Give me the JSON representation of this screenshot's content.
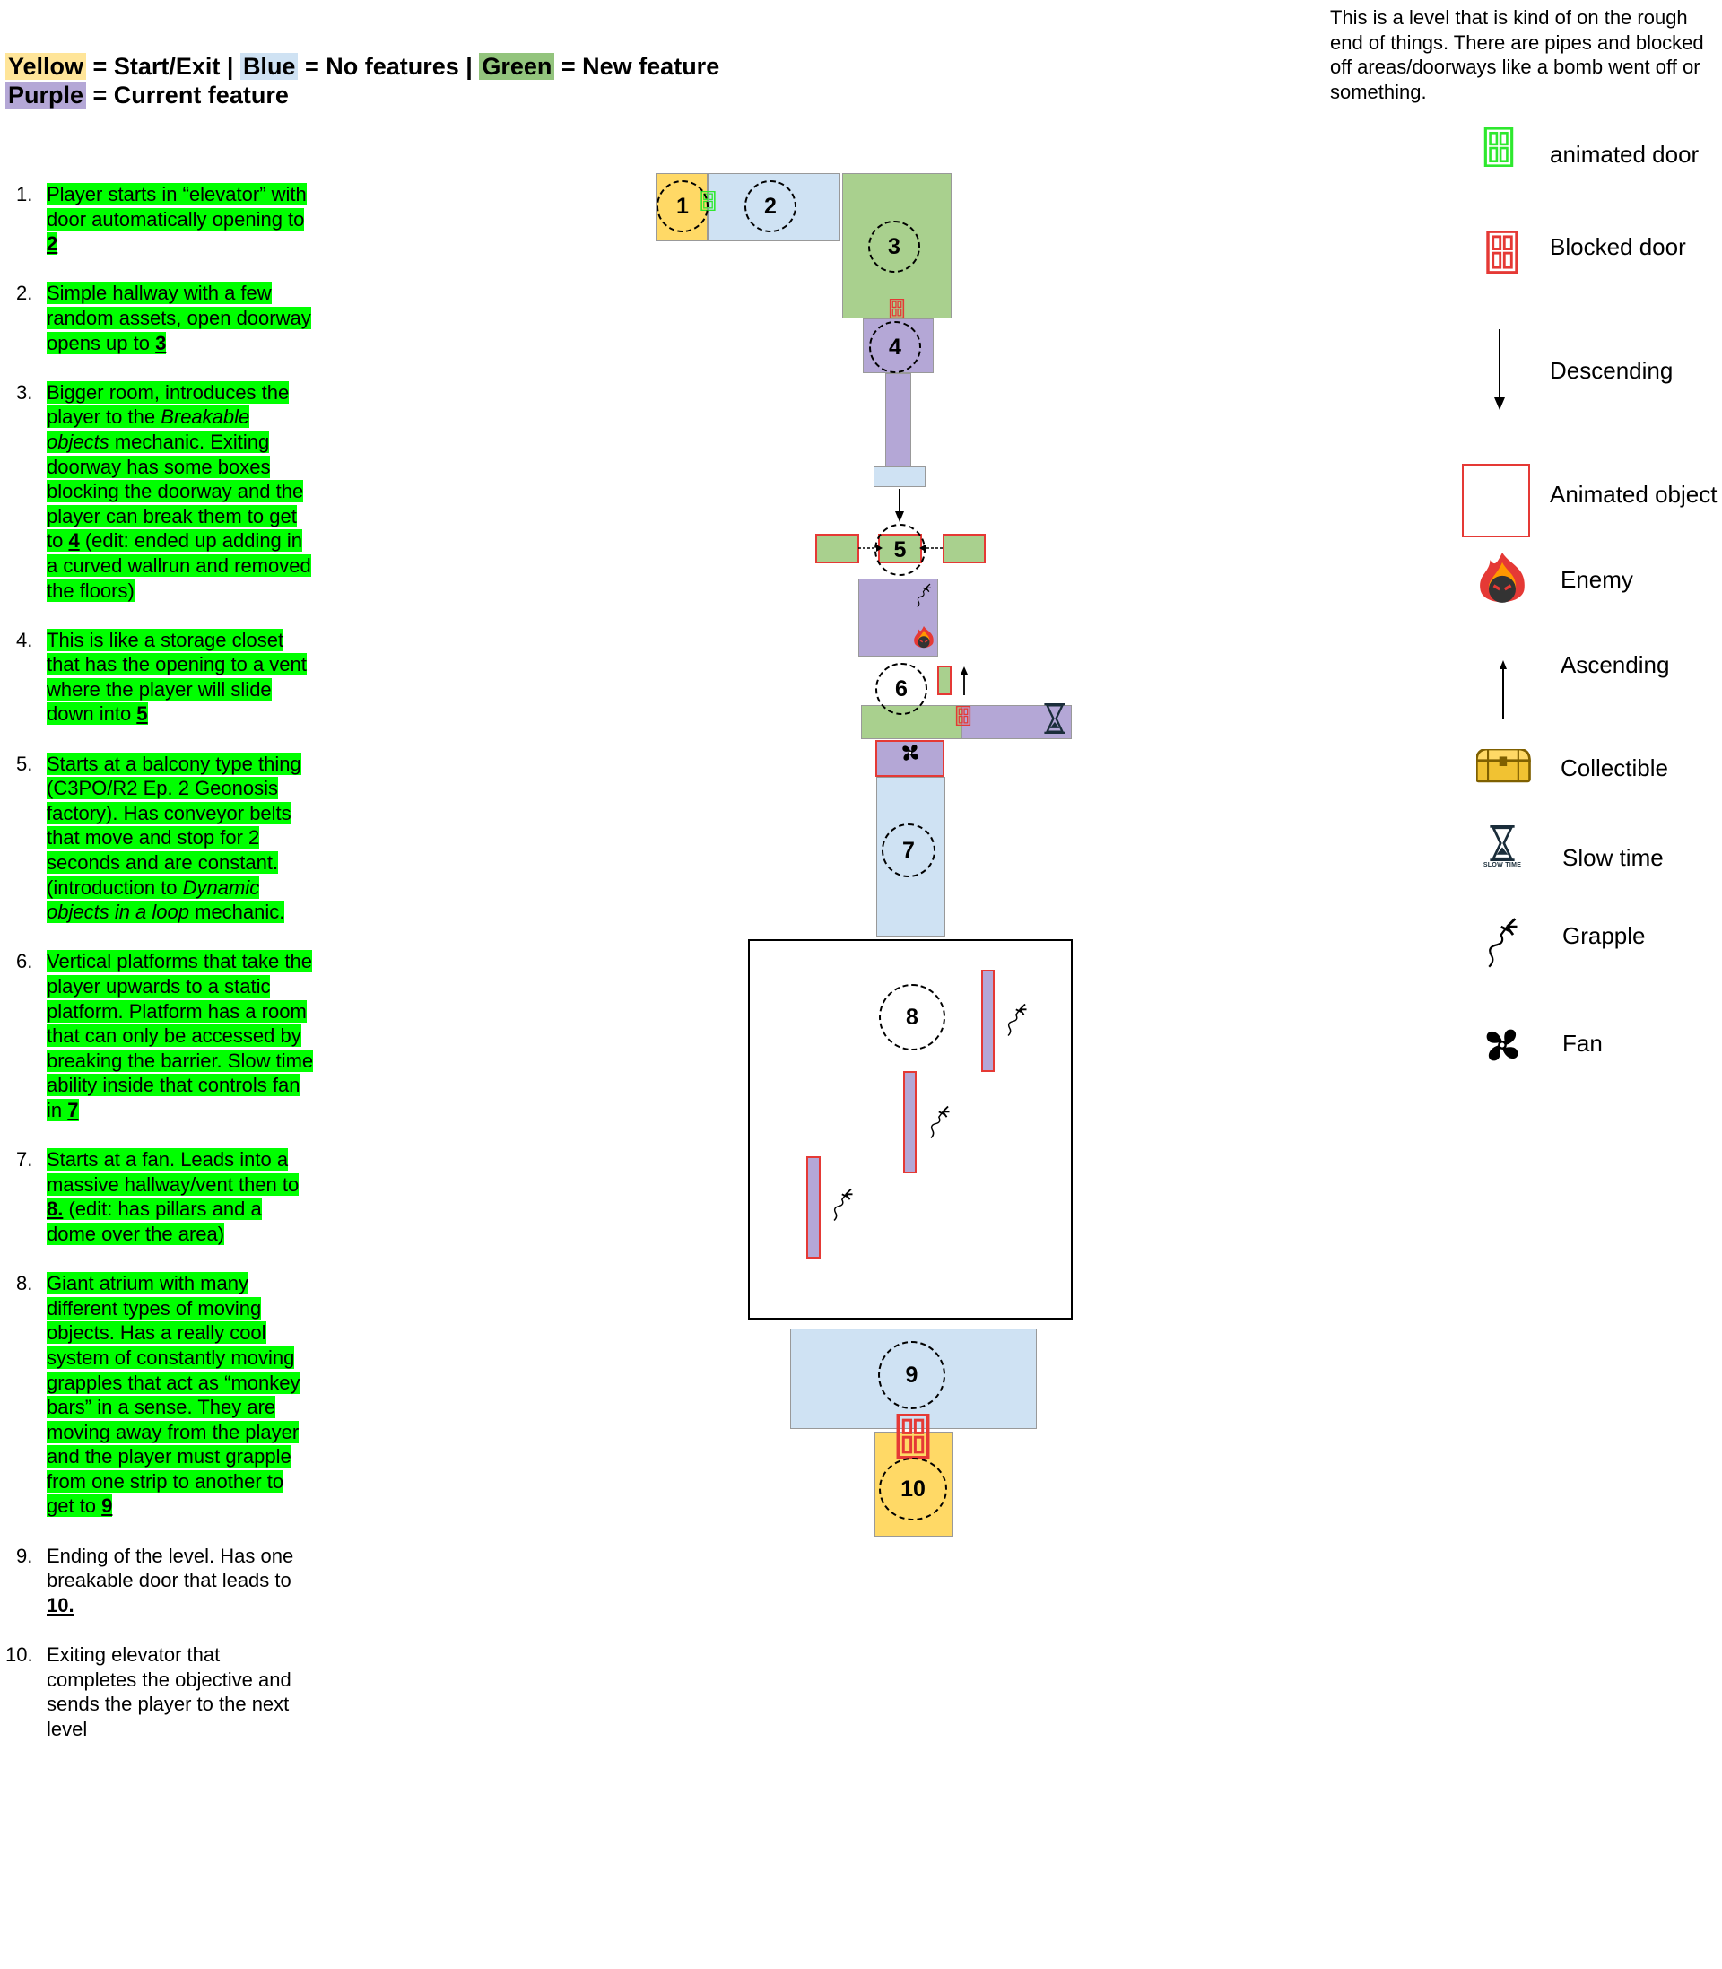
{
  "color_key": {
    "yellow_word": "Yellow",
    "yellow_text": " = Start/Exit |",
    "blue_word": "Blue",
    "blue_text": " = No features |",
    "green_word": "Green",
    "green_text": " = New feature",
    "purple_word": "Purple",
    "purple_text": " = Current feature"
  },
  "steps": [
    {
      "num": "1.",
      "pre": "Player starts in “elevator” with door automatically opening to ",
      "ref": "2"
    },
    {
      "num": "2.",
      "pre": "Simple hallway with a few random assets, open doorway opens up to ",
      "ref": "3"
    },
    {
      "num": "3.",
      "pre": "Bigger room, introduces the player to the ",
      "em": "Breakable objects",
      "mid": " mechanic. Exiting doorway has some boxes blocking the doorway and the player can break them to get to ",
      "ref": "4",
      "post": " (edit: ended up adding in a curved wallrun and removed the floors)"
    },
    {
      "num": "4.",
      "pre": "This is like a storage closet that has the opening to a vent where the player will slide down into ",
      "ref": "5"
    },
    {
      "num": "5.",
      "pre": "Starts at a balcony type thing (C3PO/R2 Ep. 2 Geonosis factory). Has conveyor belts that move and stop for 2 seconds and are constant. (introduction to ",
      "em": "Dynamic objects in a loop",
      "post": " mechanic."
    },
    {
      "num": "6.",
      "pre": "Vertical platforms that take the player upwards to a static platform. Platform has a room that can only be accessed by breaking the barrier. Slow time ability inside that controls fan in ",
      "ref": "7"
    },
    {
      "num": "7.",
      "pre": "Starts at a fan. Leads into a massive hallway/vent then to ",
      "ref": "8.",
      "post": " (edit: has pillars and a dome over the area)"
    },
    {
      "num": "8.",
      "pre": "Giant atrium with many different types of moving objects. Has a really cool system of constantly moving grapples that act as “monkey bars” in a sense. They are moving away from the player and the player must grapple from one strip to another to get to ",
      "ref": "9"
    },
    {
      "num": "9.",
      "pre": "Ending of the level. Has one breakable door that leads to ",
      "ref": "10."
    },
    {
      "num": "10.",
      "pre": "Exiting elevator that completes the objective and sends the player to the next level"
    }
  ],
  "note": "This is a level that is kind of on the rough end of things. There are pipes and blocked off areas/doorways like a bomb went off or something.",
  "legend": [
    {
      "icon": "animated-door-icon",
      "label": "animated door"
    },
    {
      "icon": "blocked-door-icon",
      "label": "Blocked door"
    },
    {
      "icon": "descending-arrow-icon",
      "label": "Descending"
    },
    {
      "icon": "animated-object-icon",
      "label": "Animated object"
    },
    {
      "icon": "enemy-icon",
      "label": "Enemy"
    },
    {
      "icon": "ascending-arrow-icon",
      "label": "Ascending"
    },
    {
      "icon": "collectible-icon",
      "label": "Collectible"
    },
    {
      "icon": "slow-time-icon",
      "label": "Slow time",
      "badge": "SLOW TIME"
    },
    {
      "icon": "grapple-icon",
      "label": "Grapple"
    },
    {
      "icon": "fan-icon",
      "label": "Fan"
    }
  ],
  "map": {
    "rooms": [
      "1",
      "2",
      "3",
      "4",
      "5",
      "6",
      "7",
      "8",
      "9",
      "10"
    ]
  },
  "colors": {
    "yellow": "#ffd966",
    "blue": "#cfe2f3",
    "green": "#a9d08e",
    "purple": "#b4a7d6",
    "highlight": "#00ff00",
    "red": "#e53935",
    "door_green": "#2ee82e"
  }
}
